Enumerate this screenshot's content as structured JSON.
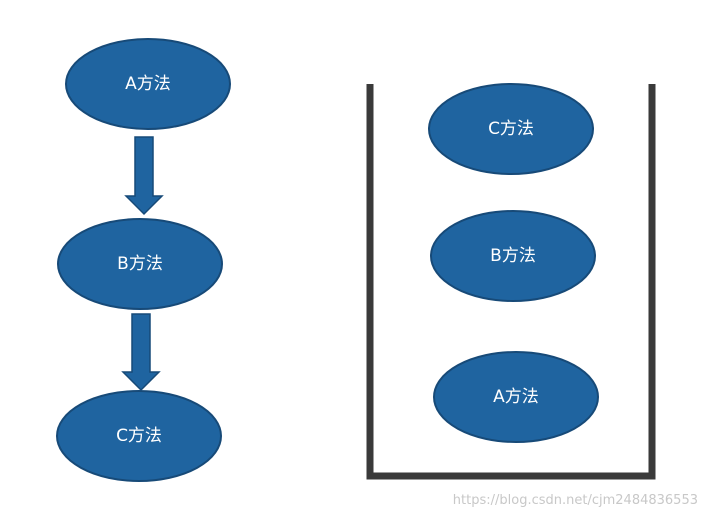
{
  "flow": {
    "nodes": [
      {
        "label": "A方法"
      },
      {
        "label": "B方法"
      },
      {
        "label": "C方法"
      }
    ]
  },
  "stack": {
    "items": [
      {
        "label": "C方法"
      },
      {
        "label": "B方法"
      },
      {
        "label": "A方法"
      }
    ]
  },
  "colors": {
    "node_fill": "#1f64a0",
    "node_stroke": "#174a78",
    "stack_wall": "#3a3a3a"
  },
  "watermark": "https://blog.csdn.net/cjm2484836553"
}
